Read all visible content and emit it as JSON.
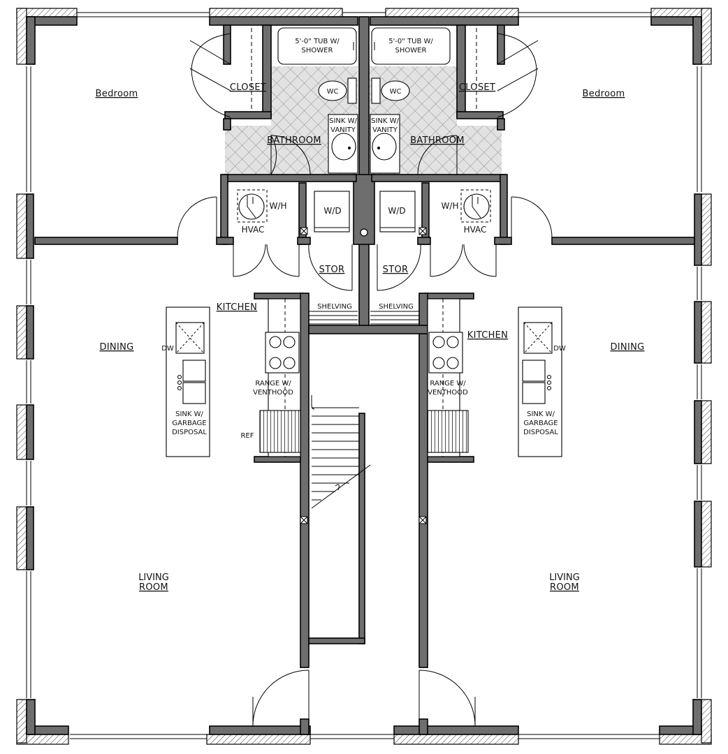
{
  "plan": {
    "wall_color": "#6e6e6e",
    "tile_color": "#bdbdbd",
    "labels": {
      "bedroom_left": "Bedroom",
      "bedroom_right": "Bedroom",
      "closet_left": "CLOSET",
      "closet_right": "CLOSET",
      "tub_left_l1": "5'-0\" TUB W/",
      "tub_left_l2": "SHOWER",
      "tub_right_l1": "5'-0\" TUB W/",
      "tub_right_l2": "SHOWER",
      "wc_left": "WC",
      "wc_right": "WC",
      "vanity_left_l1": "SINK W/",
      "vanity_left_l2": "VANITY",
      "vanity_right_l1": "SINK W/",
      "vanity_right_l2": "VANITY",
      "bathroom_left": "BATHROOM",
      "bathroom_right": "BATHROOM",
      "wh_left": "W/H",
      "wh_right": "W/H",
      "hvac_left": "HVAC",
      "hvac_right": "HVAC",
      "wd_left": "W/D",
      "wd_right": "W/D",
      "stor_left": "STOR",
      "stor_right": "STOR",
      "shelving_left": "SHELVING",
      "shelving_right": "SHELVING",
      "kitchen_left": "KITCHEN",
      "kitchen_right": "KITCHEN",
      "dining_left": "DINING",
      "dining_right": "DINING",
      "dw_left": "DW",
      "dw_right": "DW",
      "range_left_l1": "RANGE W/",
      "range_left_l2": "VENTHOOD",
      "range_right_l1": "RANGE W/",
      "range_right_l2": "VENTHOOD",
      "sink_left_l1": "SINK W/",
      "sink_left_l2": "GARBAGE",
      "sink_left_l3": "DISPOSAL",
      "sink_right_l1": "SINK W/",
      "sink_right_l2": "GARBAGE",
      "sink_right_l3": "DISPOSAL",
      "ref_left": "REF",
      "living_left_l1": "LIVING",
      "living_left_l2": "ROOM",
      "living_right_l1": "LIVING",
      "living_right_l2": "ROOM"
    }
  }
}
